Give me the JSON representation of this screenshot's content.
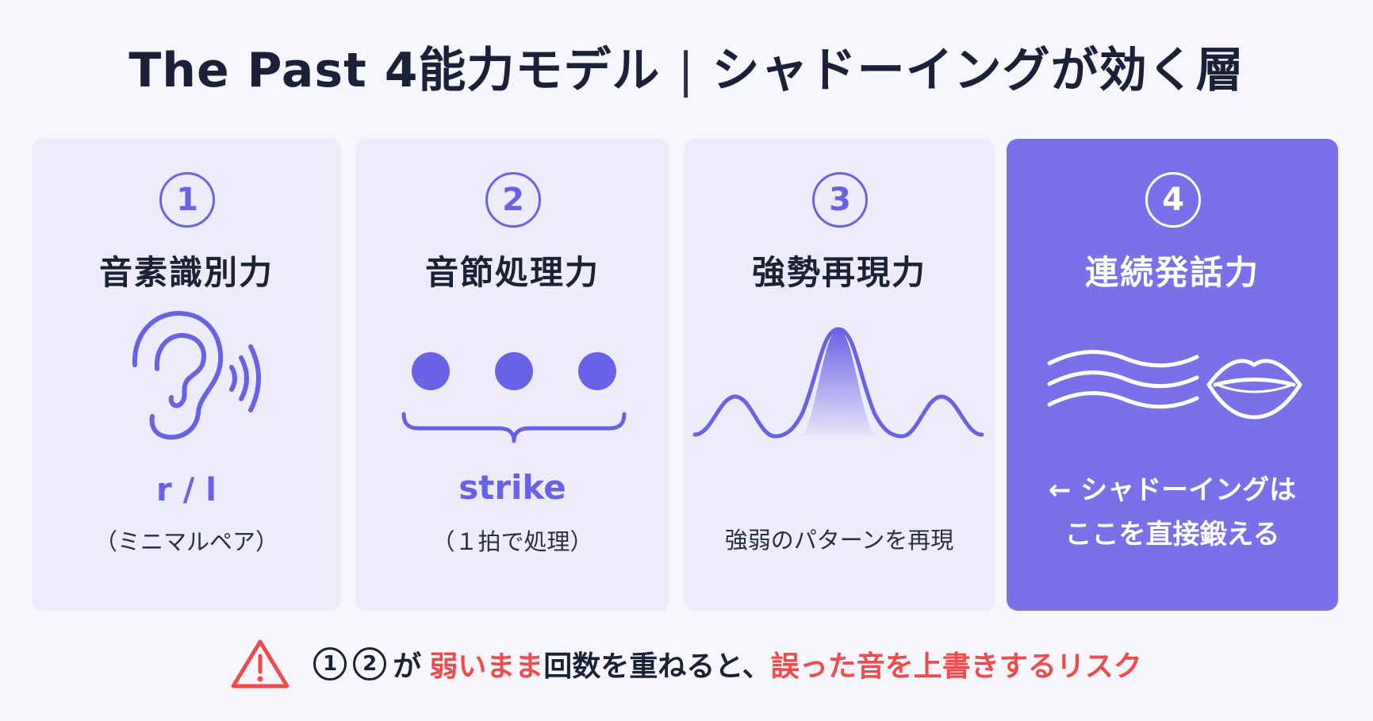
{
  "title": {
    "left": "The Past 4能力モデル",
    "separator": "|",
    "right": "シャドーイングが効く層"
  },
  "cards": [
    {
      "number": "1",
      "title": "音素識別力",
      "example": "r / l",
      "caption": "（ミニマルペア）",
      "icon": "ear-sound-icon"
    },
    {
      "number": "2",
      "title": "音節処理力",
      "example": "strike",
      "caption": "（１拍で処理）",
      "icon": "three-dots-brace-icon"
    },
    {
      "number": "3",
      "title": "強勢再現力",
      "caption": "強弱のパターンを再現",
      "icon": "stress-wave-icon"
    },
    {
      "number": "4",
      "title": "連続発話力",
      "note_line1": "← シャドーイングは",
      "note_line2": "ここを直接鍛える",
      "icon": "flow-lips-icon",
      "highlighted": true
    }
  ],
  "warning": {
    "icon": "warning-triangle-icon",
    "num1": "1",
    "num2": "2",
    "part1": "が",
    "part2": "弱いまま",
    "part3": "回数を重ねると、",
    "part4": "誤った音を上書きするリスク"
  },
  "colors": {
    "accent": "#6a62e6",
    "highlight_card": "#7a70ea",
    "card_bg": "#eeecfb",
    "warning": "#ef4b4b",
    "text": "#1c2236"
  }
}
